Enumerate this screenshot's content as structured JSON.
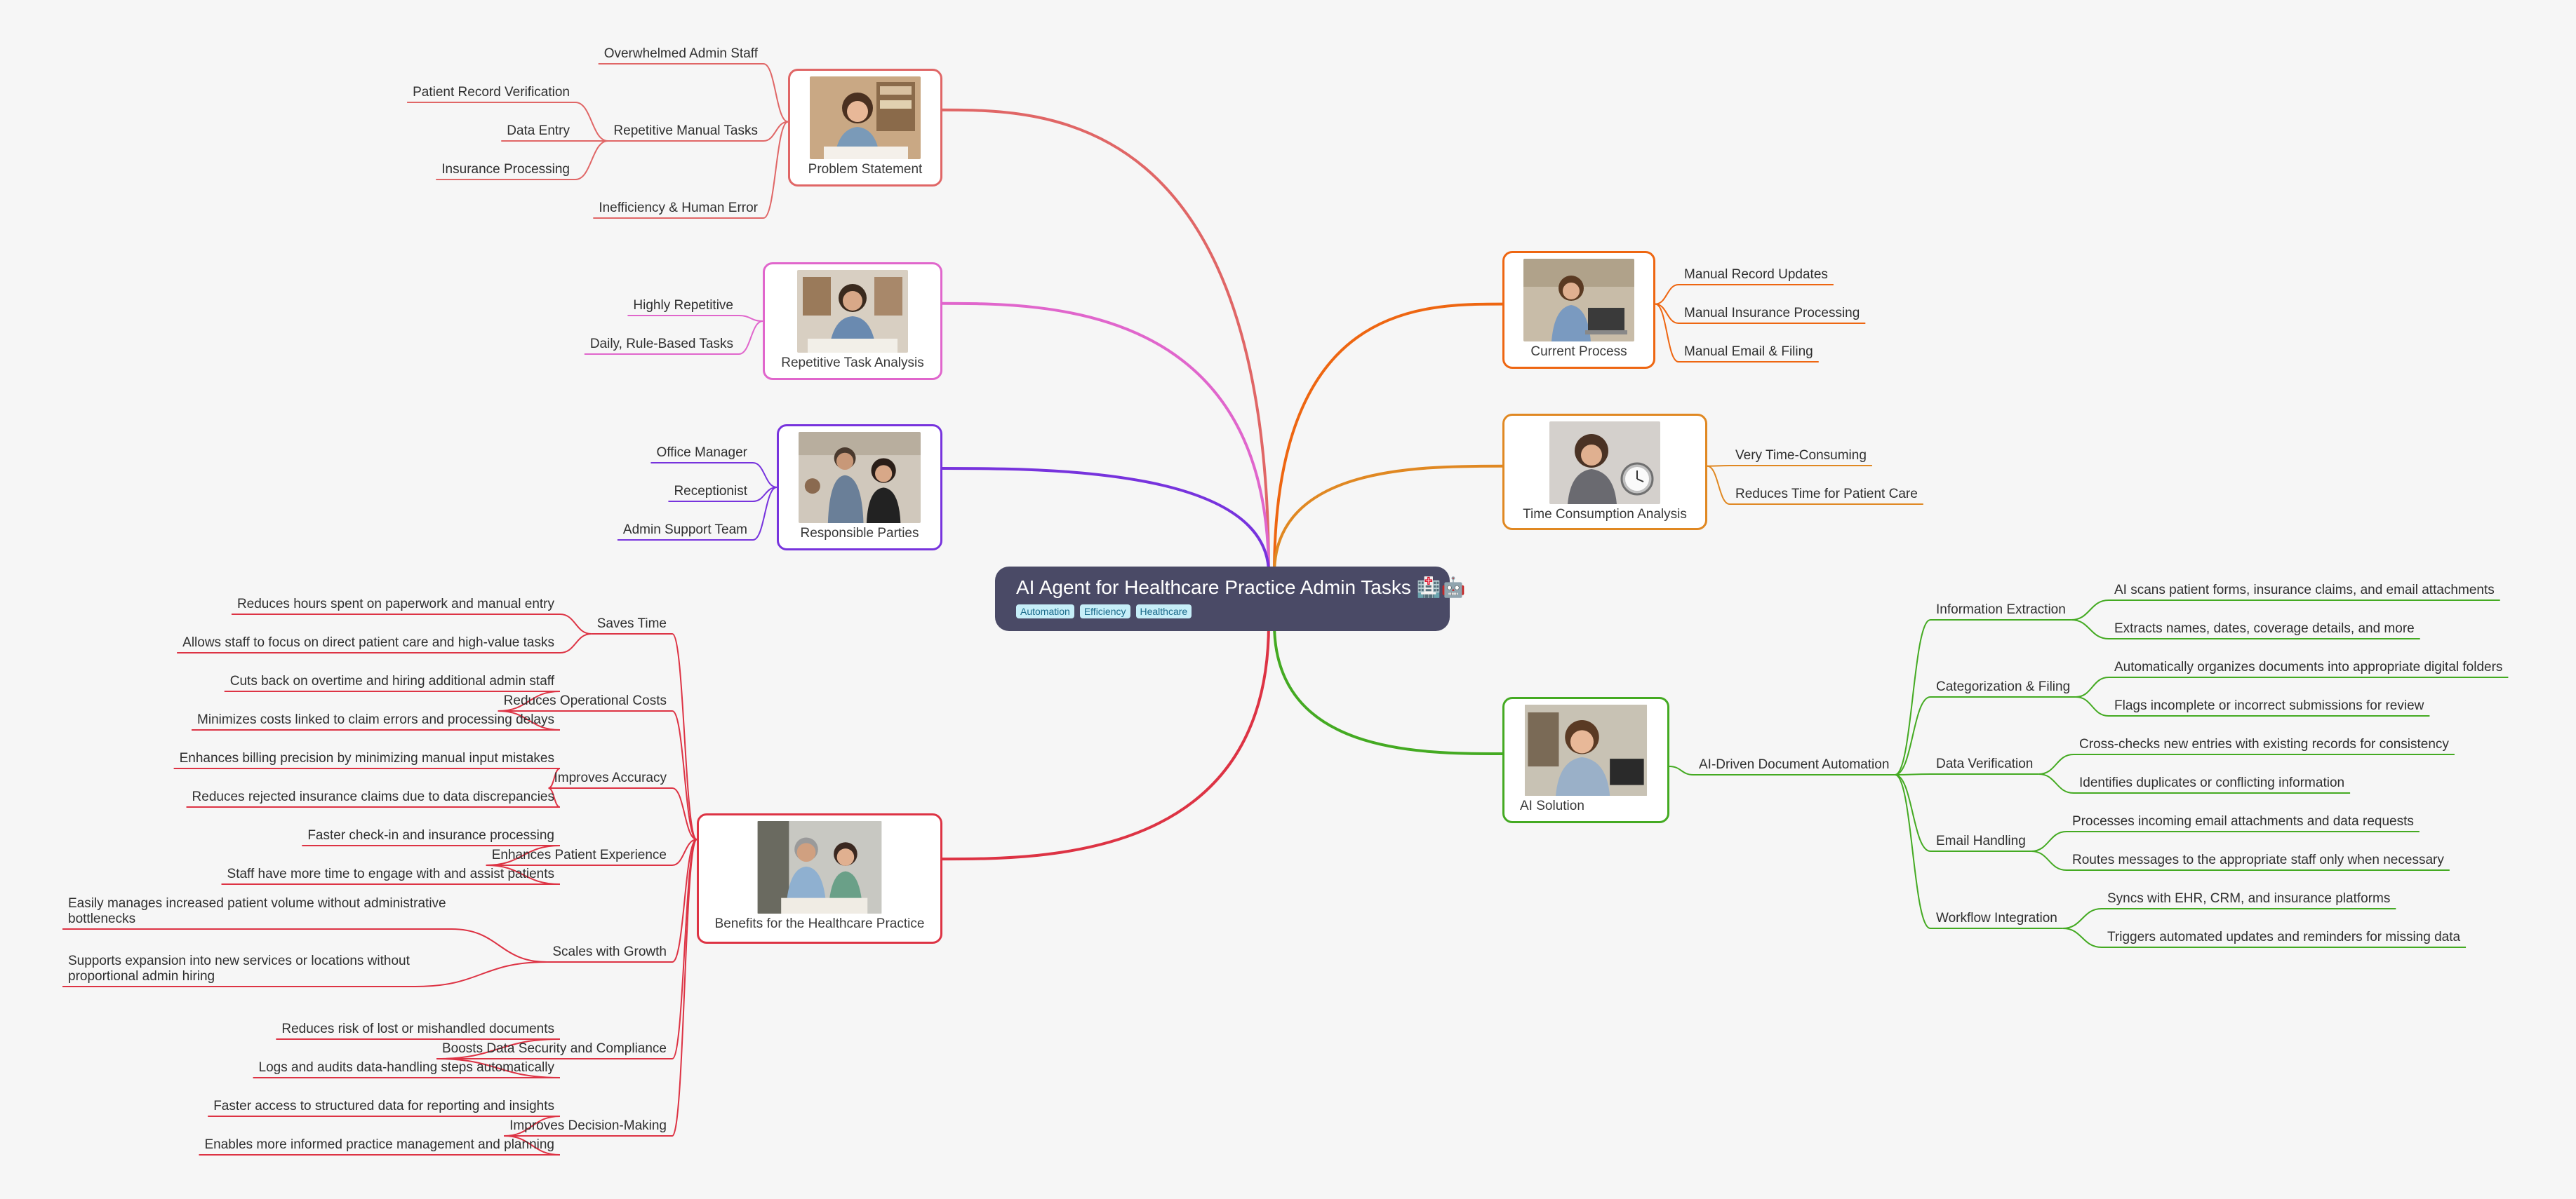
{
  "root": {
    "title": "AI Agent for Healthcare Practice Admin Tasks 🏥🤖",
    "tags": [
      "Automation",
      "Efficiency",
      "Healthcare"
    ]
  },
  "colors": {
    "problem": "#e06666",
    "repetitive": "#e066cc",
    "responsible": "#7733dd",
    "benefits": "#dd3344",
    "current": "#ee6611",
    "time": "#e08822",
    "solution": "#44aa22"
  },
  "problem": {
    "caption": "Problem Statement",
    "image_icon": "stressed-admin-photo",
    "items": [
      "Overwhelmed Admin Staff",
      "Repetitive Manual Tasks",
      "Inefficiency & Human Error"
    ],
    "repetitive_sub": [
      "Patient Record Verification",
      "Data Entry",
      "Insurance Processing"
    ]
  },
  "repetitive": {
    "caption": "Repetitive Task Analysis",
    "image_icon": "admin-at-desk-photo",
    "items": [
      "Highly Repetitive",
      "Daily, Rule-Based Tasks"
    ]
  },
  "responsible": {
    "caption": "Responsible Parties",
    "image_icon": "office-team-photo",
    "items": [
      "Office Manager",
      "Receptionist",
      "Admin Support Team"
    ]
  },
  "benefits": {
    "caption": "Benefits for the Healthcare Practice",
    "image_icon": "doctor-and-patient-photo",
    "groups": [
      {
        "label": "Saves Time",
        "items": [
          "Reduces hours spent on paperwork and manual entry",
          "Allows staff to focus on direct patient care and high-value tasks"
        ]
      },
      {
        "label": "Reduces Operational Costs",
        "items": [
          "Cuts back on overtime and hiring additional admin staff",
          "Minimizes costs linked to claim errors and processing delays"
        ]
      },
      {
        "label": "Improves Accuracy",
        "items": [
          "Enhances billing precision by minimizing manual input mistakes",
          "Reduces rejected insurance claims due to data discrepancies"
        ]
      },
      {
        "label": "Enhances Patient Experience",
        "items": [
          "Faster check-in and insurance processing",
          "Staff have more time to engage with and assist patients"
        ]
      },
      {
        "label": "Scales with Growth",
        "items": [
          "Easily manages increased patient volume without administrative bottlenecks",
          "Supports expansion into new services or locations without proportional admin hiring"
        ]
      },
      {
        "label": "Boosts Data Security and Compliance",
        "items": [
          "Reduces risk of lost or mishandled documents",
          "Logs and audits data-handling steps automatically"
        ]
      },
      {
        "label": "Improves Decision-Making",
        "items": [
          "Faster access to structured data for reporting and insights",
          "Enables more informed practice management and planning"
        ]
      }
    ]
  },
  "current": {
    "caption": "Current Process",
    "image_icon": "receptionist-laptop-photo",
    "items": [
      "Manual Record Updates",
      "Manual Insurance Processing",
      "Manual Email & Filing"
    ]
  },
  "time": {
    "caption": "Time Consumption Analysis",
    "image_icon": "tired-woman-clock-photo",
    "items": [
      "Very Time-Consuming",
      "Reduces Time for Patient Care"
    ]
  },
  "solution": {
    "caption": "AI Solution",
    "image_icon": "smiling-assistant-photo",
    "hub": "AI-Driven Document Automation",
    "groups": [
      {
        "label": "Information Extraction",
        "items": [
          "AI scans patient forms, insurance claims, and email attachments",
          "Extracts names, dates, coverage details, and more"
        ]
      },
      {
        "label": "Categorization & Filing",
        "items": [
          "Automatically organizes documents into appropriate digital folders",
          "Flags incomplete or incorrect submissions for review"
        ]
      },
      {
        "label": "Data Verification",
        "items": [
          "Cross-checks new entries with existing records for consistency",
          "Identifies duplicates or conflicting information"
        ]
      },
      {
        "label": "Email Handling",
        "items": [
          "Processes incoming email attachments and data requests",
          "Routes messages to the appropriate staff only when necessary"
        ]
      },
      {
        "label": "Workflow Integration",
        "items": [
          "Syncs with EHR, CRM, and insurance platforms",
          "Triggers automated updates and reminders for missing data"
        ]
      }
    ]
  }
}
